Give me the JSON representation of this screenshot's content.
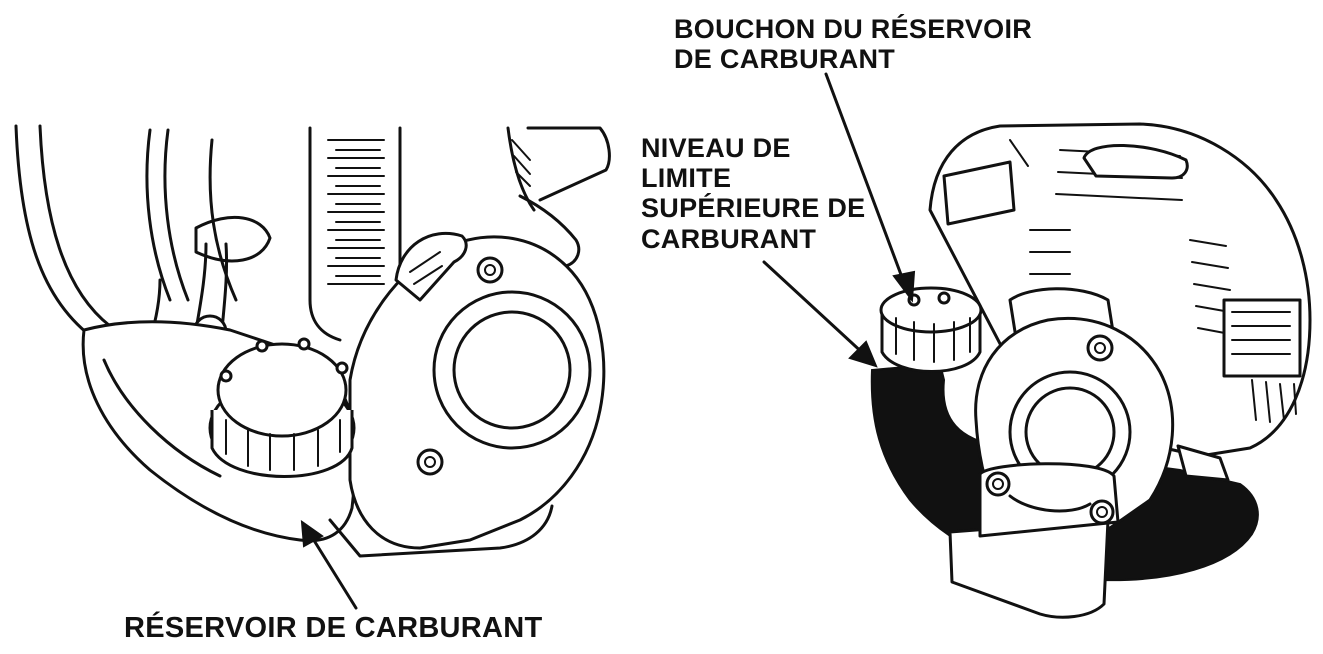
{
  "labels": {
    "fuel_cap": [
      "BOUCHON DU RÉSERVOIR",
      "DE CARBURANT"
    ],
    "fuel_level": [
      "NIVEAU DE",
      "LIMITE",
      "SUPÉRIEURE DE",
      "CARBURANT"
    ],
    "fuel_tank": [
      "RÉSERVOIR DE CARBURANT"
    ]
  },
  "colors": {
    "ink": "#111111",
    "paper": "#ffffff",
    "fuel_fill": "#111111"
  }
}
